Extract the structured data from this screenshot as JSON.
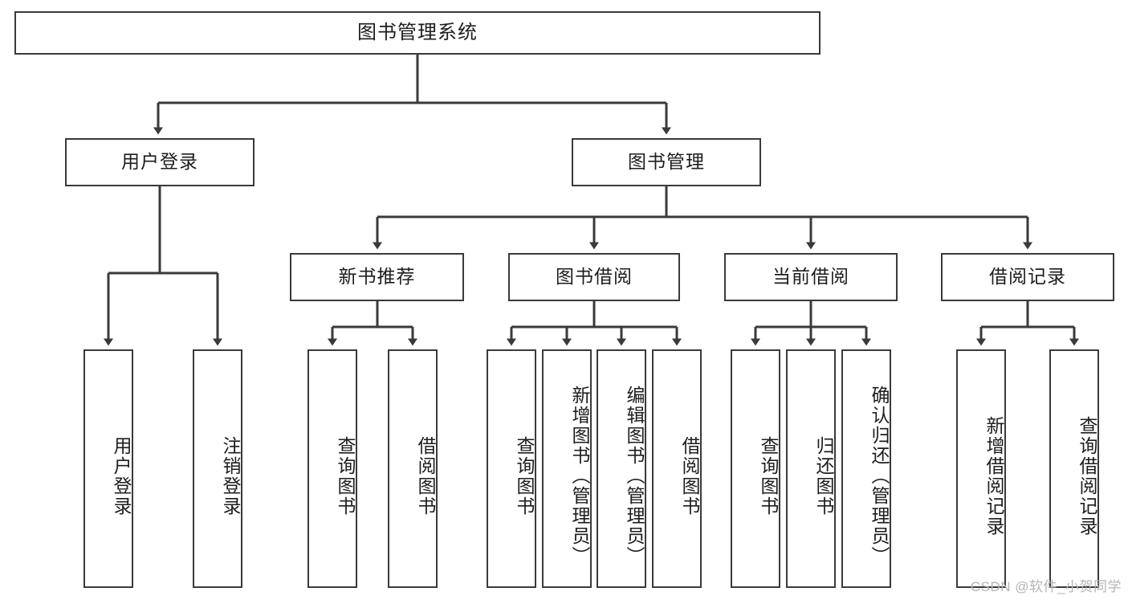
{
  "diagram": {
    "title": "图书管理系统",
    "type": "tree",
    "root": {
      "id": "root",
      "label": "图书管理系统"
    },
    "level2": [
      {
        "id": "user-login",
        "label": "用户登录"
      },
      {
        "id": "book-manage",
        "label": "图书管理"
      }
    ],
    "level3": [
      {
        "id": "new-book-recommend",
        "label": "新书推荐",
        "parent": "book-manage"
      },
      {
        "id": "book-borrow",
        "label": "图书借阅",
        "parent": "book-manage"
      },
      {
        "id": "current-borrow",
        "label": "当前借阅",
        "parent": "book-manage"
      },
      {
        "id": "borrow-record",
        "label": "借阅记录",
        "parent": "book-manage"
      }
    ],
    "leaves": {
      "user-login": [
        {
          "id": "leaf-user-login",
          "label": "用户登录"
        },
        {
          "id": "leaf-logout-login",
          "label": "注销登录"
        }
      ],
      "new-book-recommend": [
        {
          "id": "leaf-query-book-1",
          "label": "查询图书"
        },
        {
          "id": "leaf-borrow-book-1",
          "label": "借阅图书"
        }
      ],
      "book-borrow": [
        {
          "id": "leaf-query-book-2",
          "label": "查询图书"
        },
        {
          "id": "leaf-add-book-admin",
          "label": "新增图书（管理员）"
        },
        {
          "id": "leaf-edit-book-admin",
          "label": "编辑图书（管理员）"
        },
        {
          "id": "leaf-borrow-book-2",
          "label": "借阅图书"
        }
      ],
      "current-borrow": [
        {
          "id": "leaf-query-book-3",
          "label": "查询图书"
        },
        {
          "id": "leaf-return-book",
          "label": "归还图书"
        },
        {
          "id": "leaf-confirm-return-admin",
          "label": "确认归还（管理员）"
        }
      ],
      "borrow-record": [
        {
          "id": "leaf-add-borrow-record",
          "label": "新增借阅记录"
        },
        {
          "id": "leaf-query-borrow-record",
          "label": "查询借阅记录"
        }
      ]
    }
  },
  "watermark": {
    "text": "CSDN @软件_小贺同学"
  },
  "colors": {
    "stroke": "#3a3a3a",
    "background": "#ffffff",
    "text": "#1d1d1d",
    "watermark": "#b4b4b4"
  }
}
